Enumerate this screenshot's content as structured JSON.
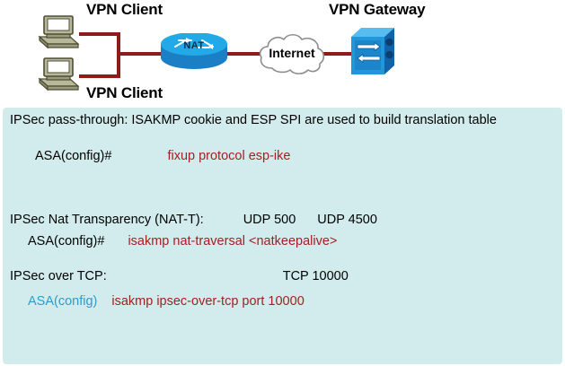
{
  "diagram": {
    "labels": {
      "vpn_client_top": "VPN Client",
      "vpn_client_bottom": "VPN Client",
      "vpn_gateway": "VPN Gateway"
    },
    "nodes": {
      "nat_router": "NAT",
      "internet_cloud": "Internet"
    },
    "colors": {
      "link": "#8d1b1b",
      "router": "#1a9ad7",
      "gateway": "#1a7fd4",
      "pc": "#9a9b7a"
    }
  },
  "panel": {
    "background": "#d2eced",
    "sections": [
      {
        "title": "IPSec pass-through:  ISAKMP cookie and ESP SPI are used to build translation table",
        "prompt": "ASA(config)#",
        "prompt_color": "#000000",
        "command": "fixup protocol esp-ike",
        "command_color": "#a32020",
        "ports": ""
      },
      {
        "title": "IPSec Nat Transparency (NAT-T):",
        "prompt": "ASA(config)#",
        "prompt_color": "#000000",
        "command": "isakmp nat-traversal <natkeepalive>",
        "command_color": "#a32020",
        "port1": "UDP 500",
        "port2": "UDP 4500"
      },
      {
        "title": "IPSec over TCP:",
        "prompt": "ASA(config)",
        "prompt_color": "#2e9bc9",
        "command": "isakmp ipsec-over-tcp port 10000",
        "command_color": "#a32020",
        "port1": "TCP 10000"
      }
    ]
  }
}
